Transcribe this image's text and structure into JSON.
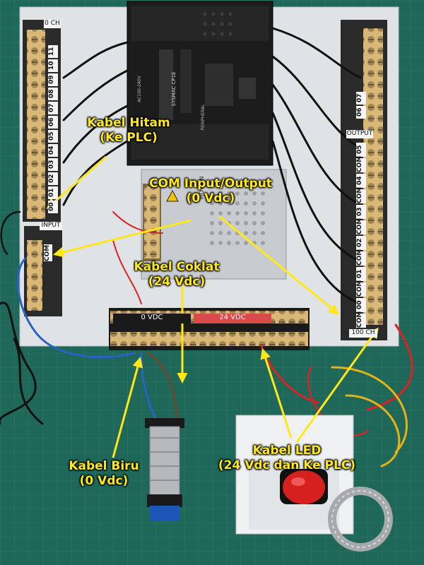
{
  "annotations": {
    "kabel_hitam": {
      "line1": "Kabel Hitam",
      "line2": "(Ke PLC)"
    },
    "com_io": {
      "line1": "COM Input/Output",
      "line2": "(0 Vdc)"
    },
    "kabel_coklat": {
      "line1": "Kabel Coklat",
      "line2": "(24 Vdc)"
    },
    "kabel_biru": {
      "line1": "Kabel Biru",
      "line2": "(0 Vdc)"
    },
    "kabel_led": {
      "line1": "Kabel LED",
      "line2": "(24 Vdc dan Ke PLC)"
    }
  },
  "left_strip": {
    "header": "0 CH",
    "numbers": [
      "11",
      "10",
      "09",
      "08",
      "07",
      "06",
      "05",
      "04",
      "03",
      "02",
      "01",
      "00"
    ],
    "input_label": "INPUT",
    "com_label": "COM"
  },
  "right_strip": {
    "numbers_top": [
      "07",
      "06"
    ],
    "output_label": "OUTPUT",
    "labels_lower": [
      "05",
      "COM",
      "04",
      "COM",
      "03",
      "COM",
      "02",
      "COM",
      "01",
      "COM",
      "00",
      "COM"
    ],
    "footer": "100 CH"
  },
  "bus_bar": {
    "left_label": "0 VDC",
    "right_label": "24 VDC"
  },
  "plc": {
    "brand": "SYSMAC CP1E",
    "power_label": "AC100-240V",
    "peripheral_label": "PERIPHERAL"
  },
  "psu": {
    "brand": "MOTION"
  },
  "colors": {
    "annotation": "#ffe81a",
    "arrow": "#ffe81a",
    "mat": "#1f6b5c",
    "plc_body": "#1c1c1c"
  }
}
